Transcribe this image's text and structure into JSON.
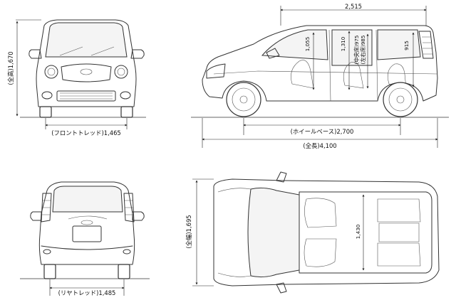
{
  "front_view": {
    "height_label": "(全高)1,670",
    "tread_label": "(フロントトレッド)1,465"
  },
  "side_view": {
    "wheelbase_top_label": "2,515",
    "wheelbase_label": "(ホイールベース)2,700",
    "length_label": "(全長)4,100",
    "interior": {
      "front_head_label": "1,055",
      "mid_head_label": "1,310",
      "center_seat_label": "(中央席)975",
      "side_seat_label": "(左右席)985",
      "rear_head_label": "915"
    }
  },
  "rear_view": {
    "tread_label": "(リヤトレッド)1,485"
  },
  "top_view": {
    "width_label": "(全幅)1,695",
    "interior_width_label": "1,430"
  },
  "colors": {
    "line": "#333333",
    "ink": "#111111",
    "background": "#ffffff"
  }
}
